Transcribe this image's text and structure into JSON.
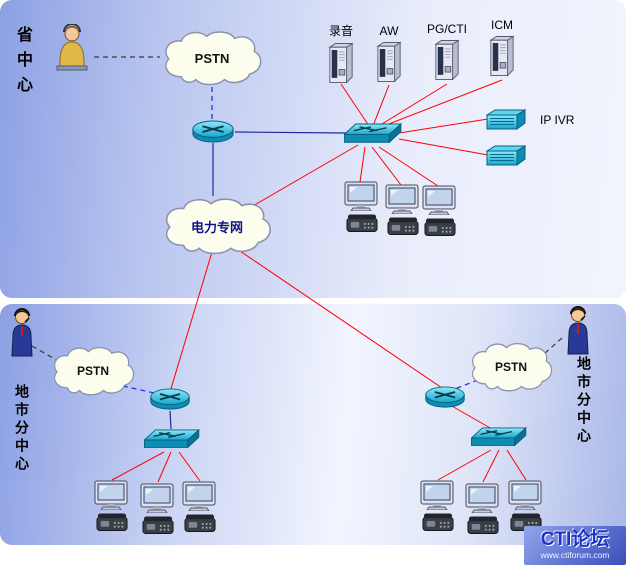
{
  "diagram": {
    "province": {
      "title": "省中心",
      "pstn": "PSTN",
      "power_cloud": "电力专网",
      "ivr_label": "IP IVR",
      "servers": [
        {
          "label": "录音"
        },
        {
          "label": "AW"
        },
        {
          "label": "PG/CTI"
        },
        {
          "label": "ICM"
        }
      ]
    },
    "city_left": {
      "title": "地市分中心",
      "pstn": "PSTN"
    },
    "city_right": {
      "title": "地市分中心",
      "pstn": "PSTN"
    }
  },
  "watermark": {
    "brand": "CTI论坛",
    "site": "www.ctiforum.com"
  },
  "colors": {
    "red_link": "#ff0000",
    "blue_dashed_link": "#2334e6",
    "dark_link": "#1b2aa0",
    "cloud_fill": "#fdfdee",
    "device_cyan": "#30c8e8",
    "panel_blue": "#8ca0e4"
  }
}
